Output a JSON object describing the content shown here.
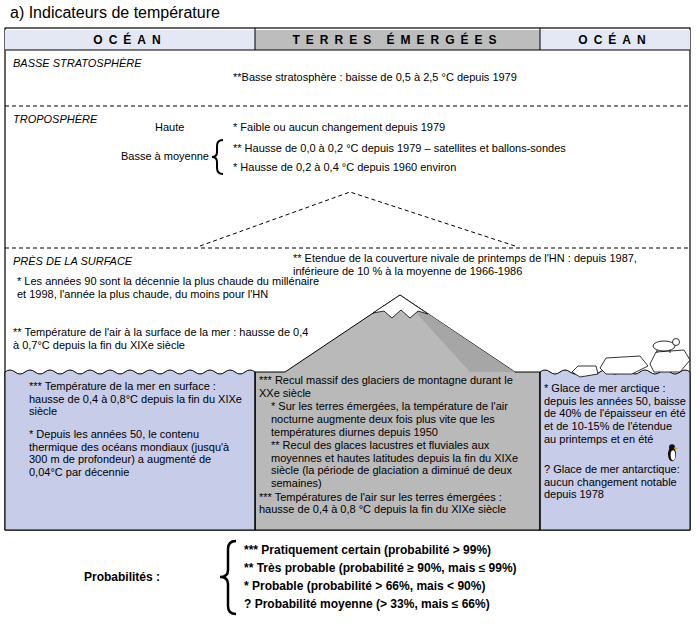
{
  "diagram": {
    "title": "a) Indicateurs de température",
    "nodes": [
      {
        "text": [
          "OCÉAN"
        ]
      },
      {
        "text": [
          "TERRES ÉMERGÉES"
        ]
      },
      {
        "text": [
          "OCÉAN"
        ]
      },
      {
        "text": [
          "BASSE STRATOSPHÈRE",
          "**Basse stratosphère : baisse de 0,5 à 2,5 °C depuis 1979"
        ]
      },
      {
        "text": [
          "TROPOSPHÈRE",
          "Haute",
          "* Faible ou aucun changement depuis 1979",
          "Basse à moyenne",
          "** Hausse de 0,0 à 0,2 °C depuis 1979 – satellites et ballons-sondes",
          "* Hausse de 0,2 à 0,4 °C depuis 1960 environ"
        ]
      },
      {
        "text": [
          "PRÈS DE LA SURFACE",
          "** Etendue de la couverture nivale de printemps de l'HN : depuis 1987, inférieure de 10 % à la moyenne de 1966-1986",
          "* Les années 90 sont la décennie la plus chaude du millénaire et 1998, l'année la plus chaude, du moins pour l'HN",
          "** Température de l'air à la surface de la mer : hausse de 0,4 à 0,7°C depuis la fin du XIXe siècle"
        ]
      },
      {
        "text": [
          "*** Température de la mer en surface : hausse de 0,4 à 0,8°C depuis la fin du XIXe siècle",
          "* Depuis les années 50, le contenu thermique des océans mondiaux (jusqu'à 300 m de profondeur) a augmenté de 0,04°C par décennie"
        ]
      },
      {
        "text": [
          "*** Recul massif des glaciers de montagne durant le XXe siècle",
          "* Sur les terres émergées, la température de l'air nocturne augmente deux fois plus vite que les températures diurnes depuis 1950",
          "** Recul des glaces lacustres et fluviales aux moyennes et hautes latitudes depuis la fin du XIXe siècle (la période de glaciation a diminué de deux semaines)",
          "*** Températures de l'air sur les terres émergées : hausse de 0,4 à 0,8 °C depuis la fin du XIXe siècle"
        ]
      },
      {
        "text": [
          "* Glace de mer arctique : depuis les années 50, baisse de 40% de l'épaisseur en été et de 10-15% de l'étendue au printemps et en été",
          "? Glace de mer antarctique: aucun changement notable depuis 1978"
        ]
      }
    ],
    "labels": [
      "Probabilités :"
    ],
    "legend": [
      {
        "text": "*** Pratiquement certain (probabilité > 99%)"
      },
      {
        "text": "** Très probable (probabilité ≥ 90%, mais ≤ 99%)"
      },
      {
        "text": "* Probable (probabilité > 66%, mais < 90%)"
      },
      {
        "text": "? Probabilité moyenne (> 33%, mais ≤ 66%)"
      }
    ]
  }
}
